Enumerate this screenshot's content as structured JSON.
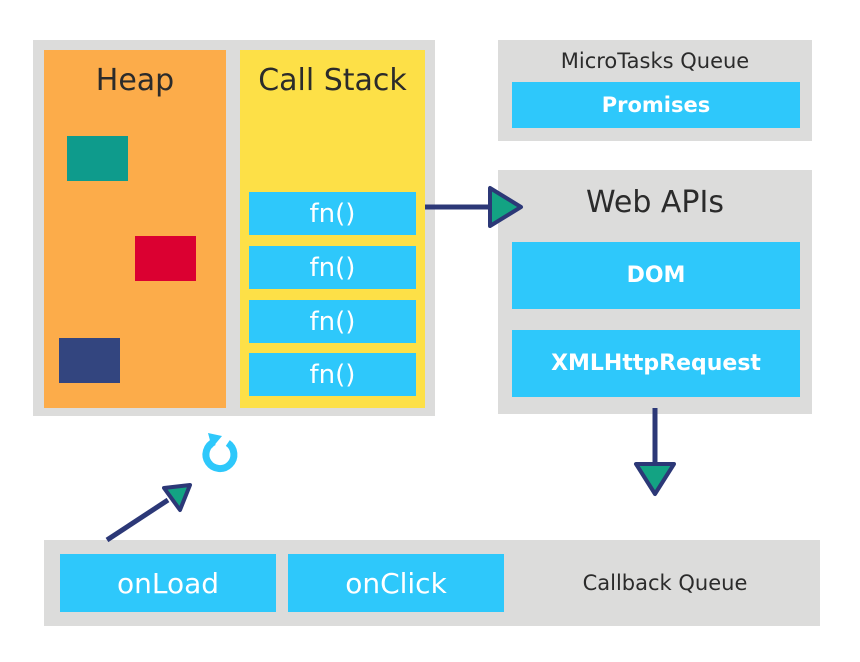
{
  "colors": {
    "panel": "#dcdcdb",
    "heap": "#fcac4a",
    "call_stack": "#fde047",
    "cyan": "#2ec8fb",
    "teal": "#0e9b8c",
    "red": "#db0031",
    "navy": "#33457f",
    "arrow": "#2c3877",
    "arrow_head": "#13a383"
  },
  "heap": {
    "title": "Heap"
  },
  "call_stack": {
    "title": "Call Stack",
    "frames": [
      "fn()",
      "fn()",
      "fn()",
      "fn()"
    ]
  },
  "microtasks": {
    "title": "MicroTasks Queue",
    "items": [
      "Promises"
    ]
  },
  "web_apis": {
    "title": "Web APIs",
    "items": [
      "DOM",
      "XMLHttpRequest"
    ]
  },
  "event_loop": {
    "icon": "refresh-icon"
  },
  "callback_queue": {
    "title": "Callback Queue",
    "items": [
      "onLoad",
      "onClick"
    ]
  }
}
